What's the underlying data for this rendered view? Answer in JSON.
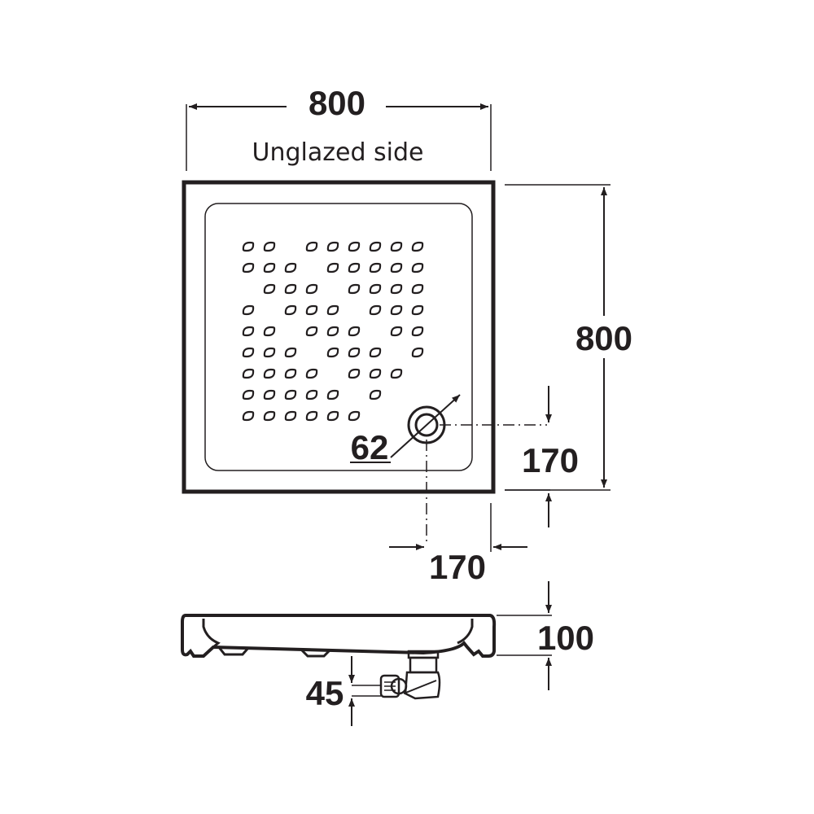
{
  "labels": {
    "top_width": "800",
    "unglazed_side": "Unglazed side",
    "right_height": "800",
    "drain_diameter": "62",
    "drain_offset_vertical": "170",
    "drain_offset_horizontal": "170",
    "tray_height": "100",
    "outlet_height": "45"
  },
  "dot_pattern": [
    [
      0,
      1,
      3,
      4,
      5,
      6,
      7,
      8
    ],
    [
      0,
      1,
      2,
      4,
      5,
      6,
      7,
      8
    ],
    [
      1,
      2,
      3,
      5,
      6,
      7,
      8
    ],
    [
      0,
      2,
      3,
      4,
      6,
      7,
      8
    ],
    [
      0,
      1,
      3,
      4,
      5,
      7,
      8
    ],
    [
      0,
      1,
      2,
      4,
      5,
      6,
      8
    ],
    [
      0,
      1,
      2,
      3,
      5,
      6,
      7
    ],
    [
      0,
      1,
      2,
      3,
      4,
      6
    ],
    [
      0,
      1,
      2,
      3,
      4,
      5
    ]
  ],
  "colors": {
    "ink": "#231f20"
  }
}
